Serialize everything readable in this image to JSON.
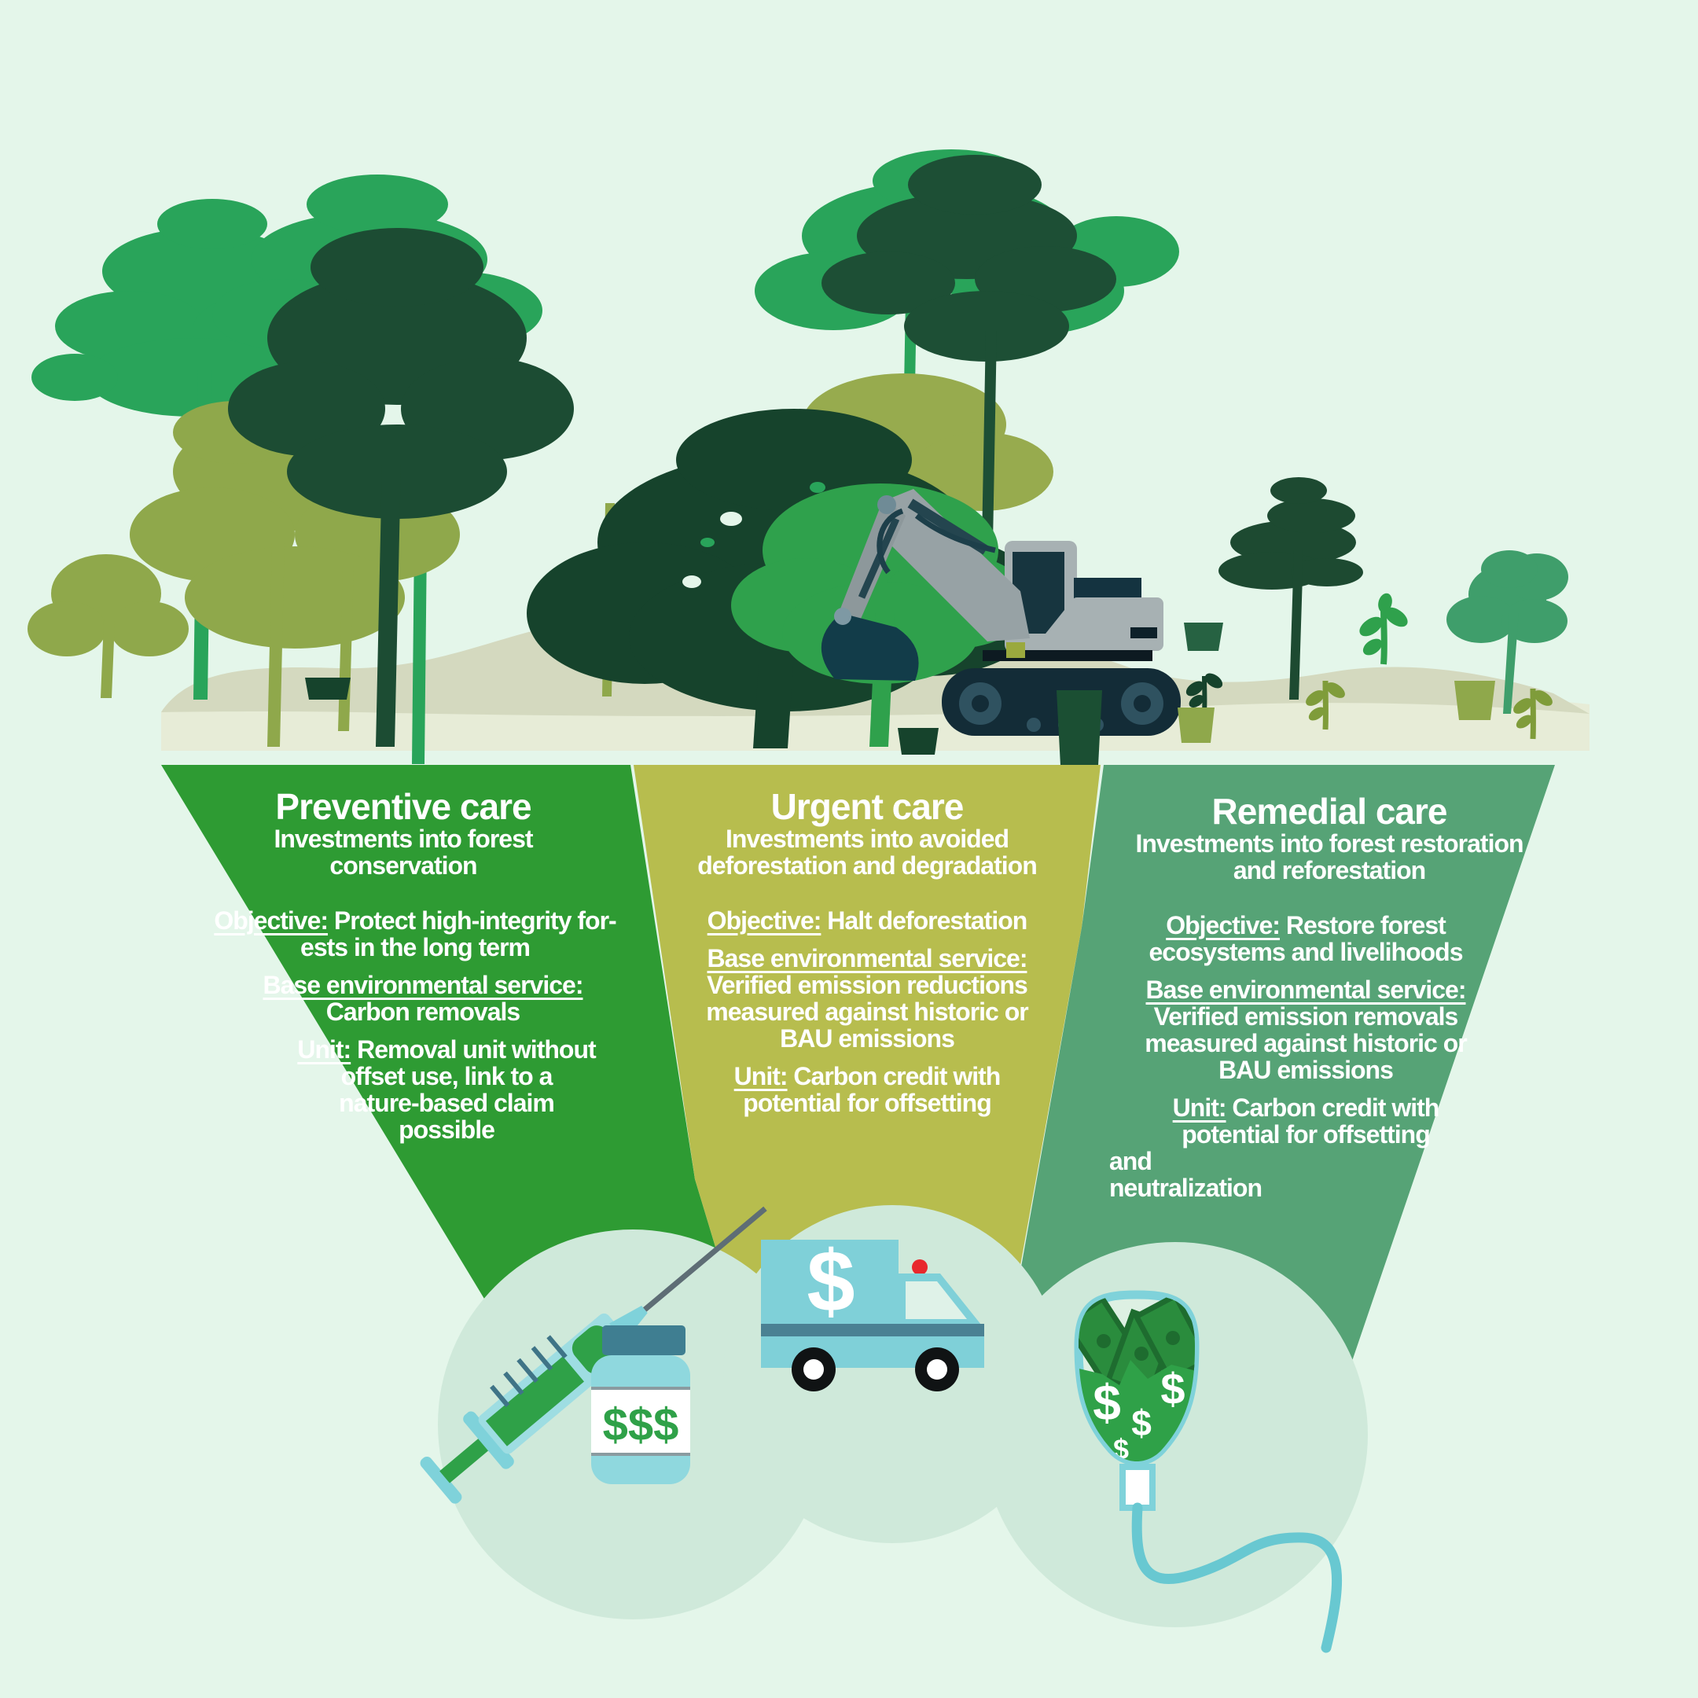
{
  "panels": [
    {
      "title": "Preventive care",
      "subtitle_lines": [
        "Investments into forest",
        "conservation"
      ],
      "color": "#2e9b33",
      "icon": "syringe-and-money-vial-icon",
      "icon_text": "$$$",
      "sections": [
        {
          "label": "Objective:",
          "lines": [
            " Protect high-integrity for-",
            "ests in the long term"
          ]
        },
        {
          "label": "Base environmental service:",
          "lines": [
            "Carbon removals"
          ]
        },
        {
          "label": "Unit:",
          "lines": [
            " Removal unit without",
            "offset use, link to a",
            "nature-based claim",
            "possible"
          ]
        }
      ]
    },
    {
      "title": "Urgent care",
      "subtitle_lines": [
        "Investments into avoided",
        "deforestation and degradation"
      ],
      "color": "#b7bd4e",
      "icon": "money-ambulance-icon",
      "icon_text": "$",
      "sections": [
        {
          "label": "Objective:",
          "lines": [
            " Halt deforestation"
          ]
        },
        {
          "label": "Base environmental service:",
          "lines": [
            "Verified emission reductions",
            "measured against historic or",
            "BAU emissions"
          ]
        },
        {
          "label": "Unit:",
          "lines": [
            " Carbon credit with",
            "potential for offsetting"
          ]
        }
      ]
    },
    {
      "title": "Remedial care",
      "subtitle_lines": [
        "Investments into forest restoration",
        "and reforestation"
      ],
      "color": "#56a376",
      "icon": "money-iv-drip-icon",
      "icon_text": "$",
      "sections": [
        {
          "label": "Objective:",
          "lines": [
            " Restore forest",
            "ecosystems and livelihoods"
          ]
        },
        {
          "label": "Base environmental service:",
          "lines": [
            "Verified emission removals",
            "measured against historic or",
            "BAU emissions"
          ]
        },
        {
          "label": "Unit:",
          "lines": [
            " Carbon credit with",
            "potential for offsetting",
            "and",
            "neutralization"
          ]
        }
      ]
    }
  ],
  "iv_bag_symbols": [
    "$",
    "$",
    "$",
    "$",
    "$"
  ],
  "colors": {
    "background": "#e4f6ea",
    "ground_top": "#d4d9bf",
    "ground_front": "#e7ecd7",
    "circle": "#cfe9da",
    "teal_light": "#7fd2da",
    "teal_mid": "#8fd8de",
    "teal_dark": "#3f7e91",
    "money_green": "#2fa148",
    "bill_green": "#2a8c3d",
    "alarm_red": "#e8282d",
    "excavator_gray": "#a7b1b3",
    "machine_dark": "#16333d",
    "tree_kelly": "#29a45a",
    "tree_dark": "#1c4c33",
    "tree_olive": "#8fa84b",
    "tree_bright": "#2fa14c",
    "tree_sea": "#3f9e6b"
  }
}
